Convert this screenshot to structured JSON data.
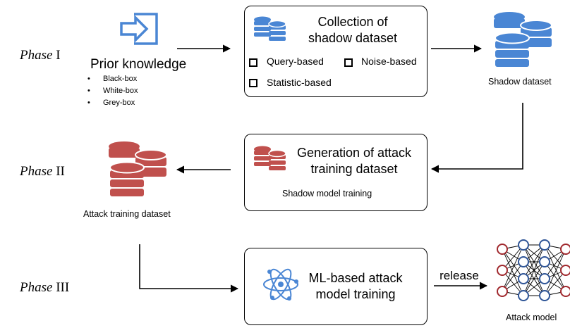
{
  "phases": [
    {
      "italic": "Phase",
      "roman": "I"
    },
    {
      "italic": "Phase",
      "roman": "II"
    },
    {
      "italic": "Phase",
      "roman": "III"
    }
  ],
  "prior": {
    "title": "Prior knowledge",
    "items": [
      "Black-box",
      "White-box",
      "Grey-box"
    ],
    "icon": "login-arrow-icon"
  },
  "collection": {
    "title_line1": "Collection of",
    "title_line2": "shadow dataset",
    "options": [
      "Query-based",
      "Noise-based",
      "Statistic-based"
    ],
    "icon": "database-icon"
  },
  "shadow_dataset": {
    "label": "Shadow dataset",
    "icon": "database-stack-icon"
  },
  "generation": {
    "title_line1": "Generation of attack",
    "title_line2": "training dataset",
    "subtitle": "Shadow model training",
    "icon": "database-icon"
  },
  "attack_training": {
    "label": "Attack training dataset",
    "icon": "database-stack-icon"
  },
  "ml": {
    "title_line1": "ML-based attack",
    "title_line2": "model training",
    "icon": "atom-icon"
  },
  "release": {
    "label": "release"
  },
  "attack_model": {
    "label": "Attack model",
    "icon": "neural-network-icon"
  },
  "colors": {
    "blue": "#4a86d4",
    "red": "#c0504d",
    "node_red": "#a0282d",
    "node_blue": "#2f5597"
  }
}
